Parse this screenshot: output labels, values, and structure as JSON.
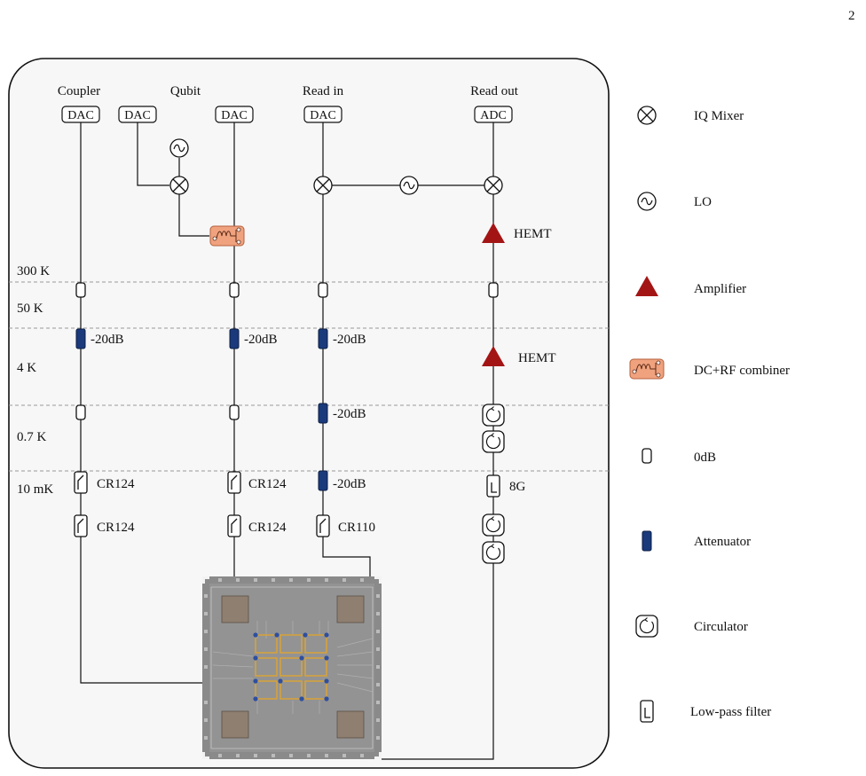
{
  "page_number": "2",
  "columns": {
    "coupler": "Coupler",
    "qubit": "Qubit",
    "read_in": "Read in",
    "read_out": "Read out"
  },
  "converters": {
    "dac": "DAC",
    "adc": "ADC"
  },
  "temperature_stages": [
    "300 K",
    "50 K",
    "4 K",
    "0.7 K",
    "10 mK"
  ],
  "component_labels": {
    "amplifier": "HEMT",
    "attenuation": "-20dB",
    "filter_cr124": "CR124",
    "filter_cr110": "CR110",
    "filter_8g": "8G"
  },
  "legend": [
    {
      "icon": "iq-mixer-icon",
      "label": "IQ Mixer"
    },
    {
      "icon": "lo-icon",
      "label": "LO"
    },
    {
      "icon": "amplifier-icon",
      "label": "Amplifier"
    },
    {
      "icon": "dc-rf-combiner-icon",
      "label": "DC+RF combiner"
    },
    {
      "icon": "zero-db-icon",
      "label": "0dB"
    },
    {
      "icon": "attenuator-icon",
      "label": "Attenuator"
    },
    {
      "icon": "circulator-icon",
      "label": "Circulator"
    },
    {
      "icon": "low-pass-filter-icon",
      "label": "Low-pass filter"
    }
  ],
  "colors": {
    "amplifier": "#a31515",
    "attenuator": "#1a3a7c",
    "combiner": "#f0a27e",
    "panel_bg": "#f7f7f7",
    "chip": "#8a8a8a"
  }
}
